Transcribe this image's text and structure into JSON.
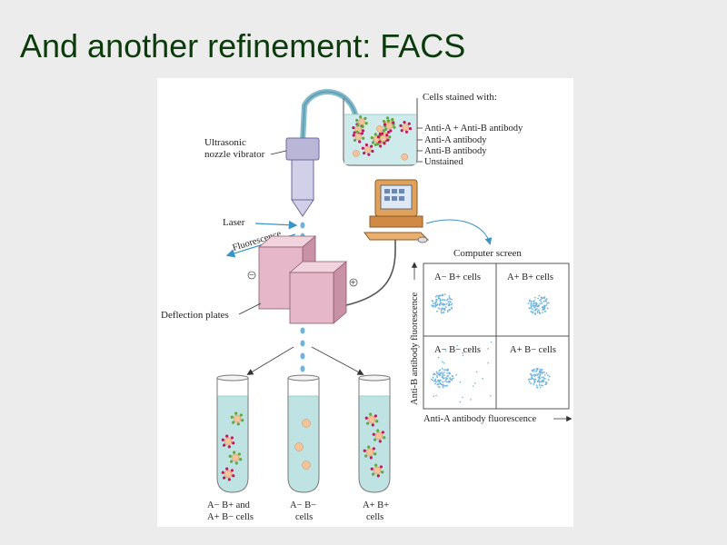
{
  "slide": {
    "title": "And another refinement:  FACS"
  },
  "diagram": {
    "beaker_title": "Cells stained with:",
    "stain_legend": [
      "Anti-A + Anti-B antibody",
      "Anti-A antibody",
      "Anti-B antibody",
      "Unstained"
    ],
    "nozzle_label_line1": "Ultrasonic",
    "nozzle_label_line2": "nozzle vibrator",
    "laser_label": "Laser",
    "fluorescence_label": "Fluorescence",
    "deflection_label": "Deflection plates",
    "minus_sign": "−",
    "plus_sign": "+",
    "screen_label": "Computer screen",
    "y_axis_label": "Anti-B antibody fluorescence",
    "x_axis_label": "Anti-A antibody fluorescence",
    "quadrants": {
      "top_left": "A− B+ cells",
      "top_right": "A+ B+ cells",
      "bottom_left": "A− B− cells",
      "bottom_right": "A+ B− cells"
    },
    "tubes": [
      {
        "line1": "A− B+ and",
        "line2": "A+ B− cells"
      },
      {
        "line1": "A− B−",
        "line2": "cells"
      },
      {
        "line1": "A+ B+",
        "line2": "cells"
      }
    ],
    "colors": {
      "tube_liquid": "#bfe3e2",
      "deflection_plate": "#e6b7c8",
      "scatter_dot": "#6fb4de",
      "cell_unstained": "#f4c39a",
      "antibody_a": "#c2185b",
      "antibody_b": "#5fa83a"
    }
  }
}
